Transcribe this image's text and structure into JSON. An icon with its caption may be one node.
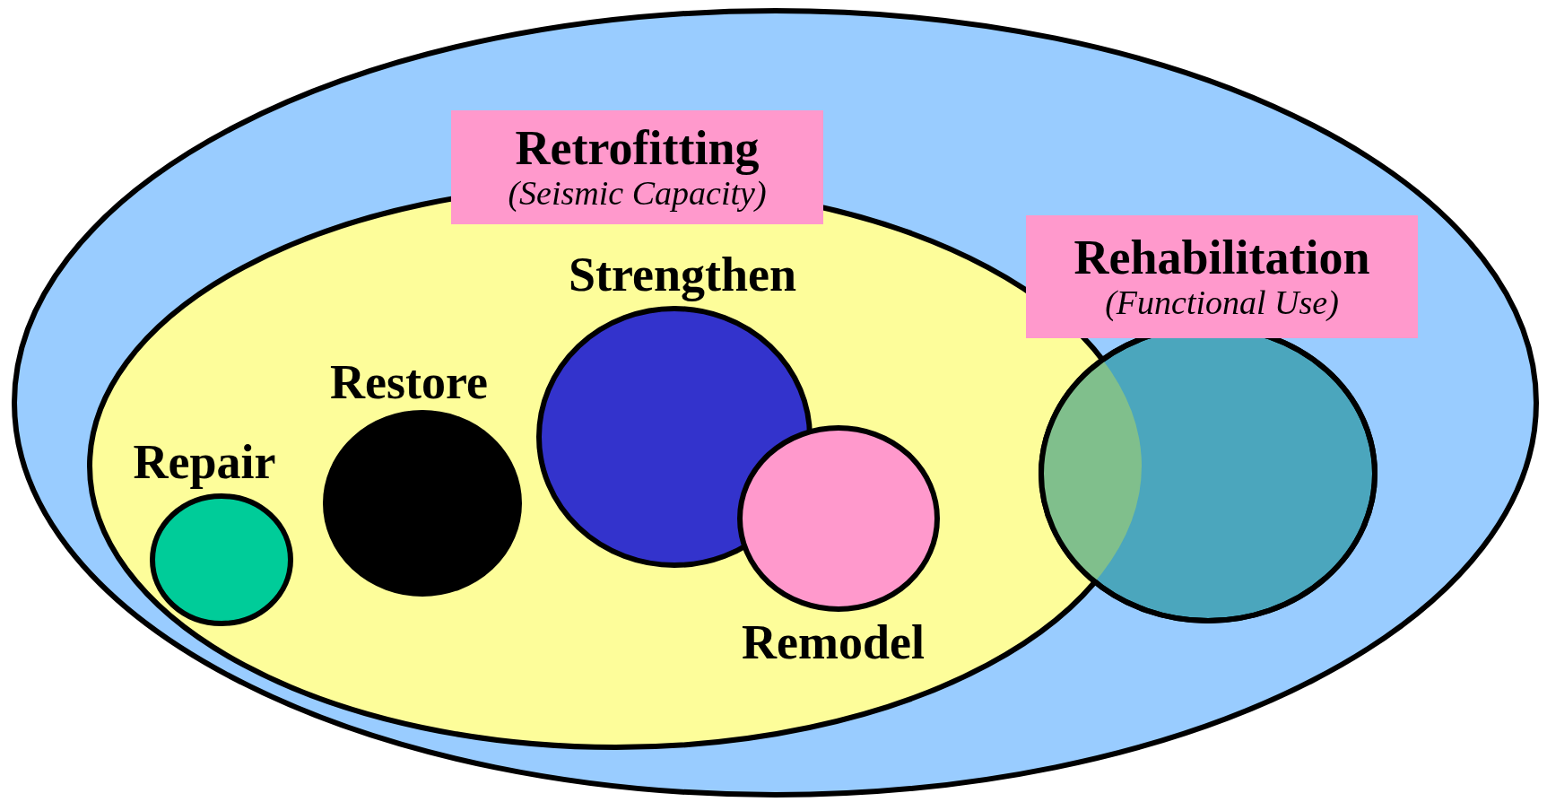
{
  "diagram": {
    "nodes": [
      {
        "text": [],
        "shape": "ellipse"
      },
      {
        "text": [
          "Retrofitting",
          "(Seismic Capacity)"
        ],
        "in": 0
      },
      {
        "text": [
          "Repair"
        ],
        "in": 1
      },
      {
        "text": [
          "Restore"
        ],
        "in": 1
      },
      {
        "text": [
          "Strengthen"
        ],
        "in": 1
      },
      {
        "text": [
          "Remodel"
        ],
        "in": 1
      },
      {
        "text": [
          "Rehabilitation",
          "(Functional Use)"
        ],
        "in": 0
      }
    ],
    "edges": []
  }
}
